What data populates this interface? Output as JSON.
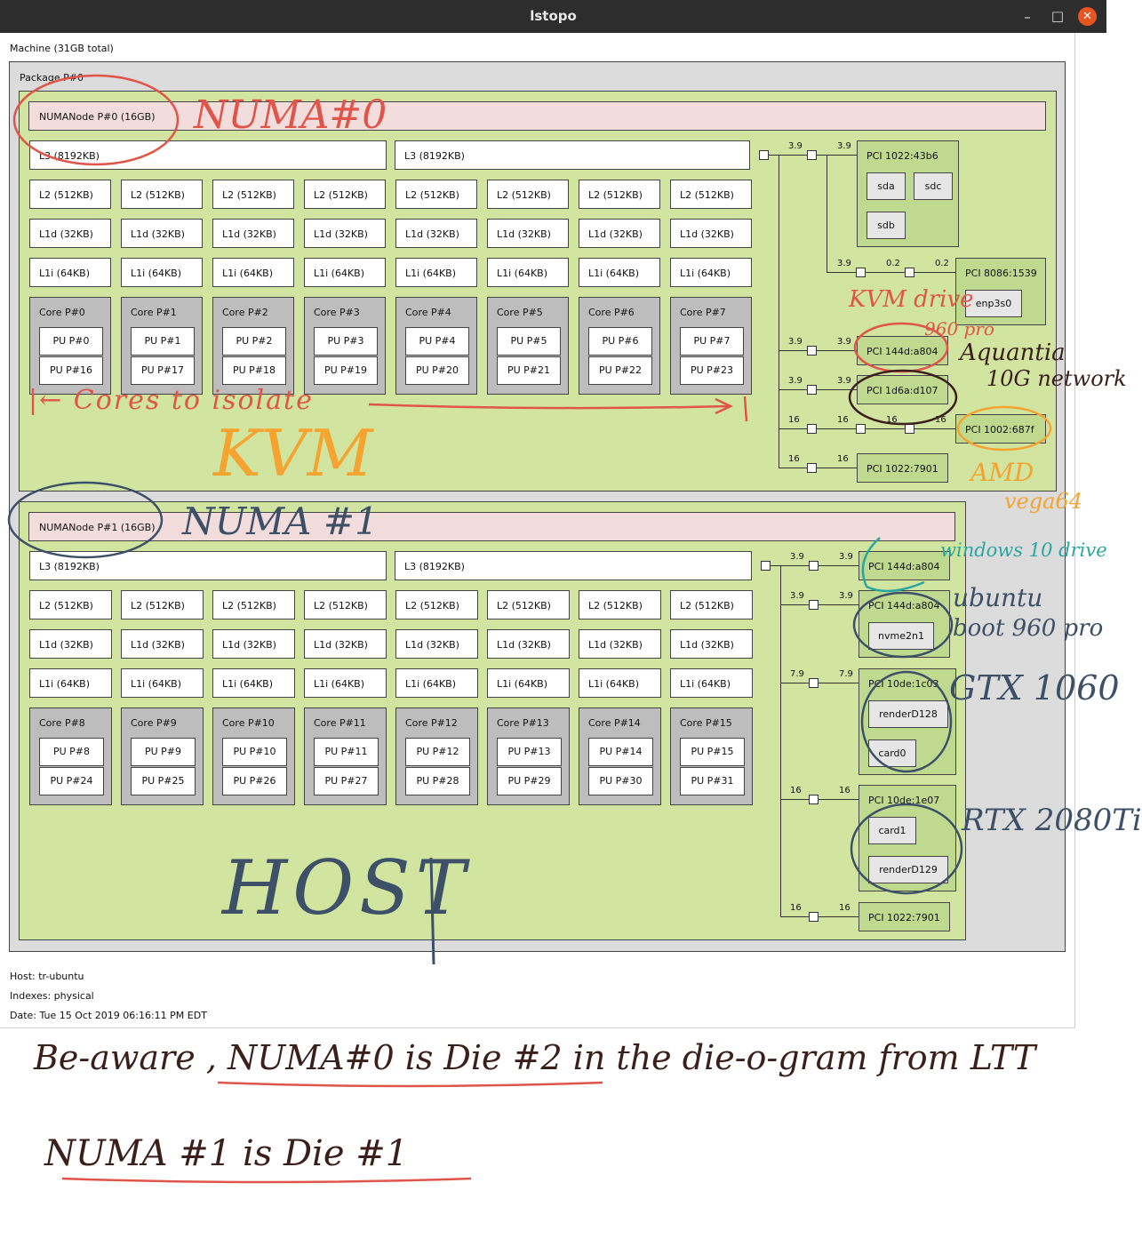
{
  "window": {
    "title": "lstopo",
    "minimize": "–",
    "maximize": "□",
    "close": "✕"
  },
  "machine": {
    "label": "Machine (31GB total)",
    "package": "Package P#0"
  },
  "numa0": {
    "label": "NUMANode P#0 (16GB)",
    "l3": [
      "L3 (8192KB)",
      "L3 (8192KB)"
    ],
    "l2": "L2 (512KB)",
    "l1d": "L1d (32KB)",
    "l1i": "L1i (64KB)",
    "cores": [
      {
        "name": "Core P#0",
        "pu": [
          "PU P#0",
          "PU P#16"
        ]
      },
      {
        "name": "Core P#1",
        "pu": [
          "PU P#1",
          "PU P#17"
        ]
      },
      {
        "name": "Core P#2",
        "pu": [
          "PU P#2",
          "PU P#18"
        ]
      },
      {
        "name": "Core P#3",
        "pu": [
          "PU P#3",
          "PU P#19"
        ]
      },
      {
        "name": "Core P#4",
        "pu": [
          "PU P#4",
          "PU P#20"
        ]
      },
      {
        "name": "Core P#5",
        "pu": [
          "PU P#5",
          "PU P#21"
        ]
      },
      {
        "name": "Core P#6",
        "pu": [
          "PU P#6",
          "PU P#22"
        ]
      },
      {
        "name": "Core P#7",
        "pu": [
          "PU P#7",
          "PU P#23"
        ]
      }
    ]
  },
  "numa1": {
    "label": "NUMANode P#1 (16GB)",
    "l3": [
      "L3 (8192KB)",
      "L3 (8192KB)"
    ],
    "l2": "L2 (512KB)",
    "l1d": "L1d (32KB)",
    "l1i": "L1i (64KB)",
    "cores": [
      {
        "name": "Core P#8",
        "pu": [
          "PU P#8",
          "PU P#24"
        ]
      },
      {
        "name": "Core P#9",
        "pu": [
          "PU P#9",
          "PU P#25"
        ]
      },
      {
        "name": "Core P#10",
        "pu": [
          "PU P#10",
          "PU P#26"
        ]
      },
      {
        "name": "Core P#11",
        "pu": [
          "PU P#11",
          "PU P#27"
        ]
      },
      {
        "name": "Core P#12",
        "pu": [
          "PU P#12",
          "PU P#28"
        ]
      },
      {
        "name": "Core P#13",
        "pu": [
          "PU P#13",
          "PU P#29"
        ]
      },
      {
        "name": "Core P#14",
        "pu": [
          "PU P#14",
          "PU P#30"
        ]
      },
      {
        "name": "Core P#15",
        "pu": [
          "PU P#15",
          "PU P#31"
        ]
      }
    ]
  },
  "pci0": {
    "sata": {
      "label": "PCI 1022:43b6",
      "devs": [
        "sda",
        "sdc",
        "sdb"
      ]
    },
    "net": {
      "label": "PCI 8086:1539",
      "dev": "enp3s0"
    },
    "nvme": "PCI 144d:a804",
    "aq": "PCI 1d6a:d107",
    "amd": "PCI 1002:687f",
    "bridge": "PCI 1022:7901",
    "bw": [
      "3.9",
      "3.9",
      "3.9",
      "0.2",
      "0.2",
      "3.9",
      "3.9",
      "3.9",
      "3.9",
      "16",
      "16",
      "16",
      "16",
      "16",
      "16"
    ]
  },
  "pci1": {
    "nvme_a": "PCI 144d:a804",
    "nvme_b": {
      "label": "PCI 144d:a804",
      "dev": "nvme2n1"
    },
    "gtx": {
      "label": "PCI 10de:1c03",
      "devs": [
        "renderD128",
        "card0"
      ]
    },
    "rtx": {
      "label": "PCI 10de:1e07",
      "devs": [
        "card1",
        "renderD129"
      ]
    },
    "bridge": "PCI 1022:7901",
    "bw": [
      "3.9",
      "3.9",
      "3.9",
      "3.9",
      "7.9",
      "7.9",
      "16",
      "16",
      "16",
      "16"
    ]
  },
  "footer": {
    "host": "Host: tr-ubuntu",
    "indexes": "Indexes: physical",
    "date": "Date: Tue 15 Oct 2019 06:16:11 PM EDT"
  },
  "annotations": {
    "numa0": "NUMA#0",
    "cores_isolate": "|← Cores to isolate",
    "kvm": "KVM",
    "numa1": "NUMA #1",
    "host": "HOST",
    "kvm_drive": "KVM drive",
    "960pro": "960 pro",
    "aquantia": "Aquantia",
    "10g": "10G network",
    "amd": "AMD",
    "vega": "vega64",
    "win10": "windows 10 drive",
    "ubuntu": "ubuntu",
    "boot": "boot 960 pro",
    "gtx": "GTX 1060",
    "rtx": "RTX 2080Ti",
    "bottom1": "Be-aware , NUMA#0 is Die #2 in the die-o-gram from LTT",
    "bottom2": "NUMA #1 is Die #1"
  },
  "colors": {
    "numa": "#d2e5a0",
    "pci": "#bfd98f",
    "red_ink": "#e0554a",
    "orange_ink": "#f5a431",
    "navy_ink": "#3d5068",
    "teal_ink": "#2aa6a0",
    "brown_ink": "#3a1f1a"
  }
}
